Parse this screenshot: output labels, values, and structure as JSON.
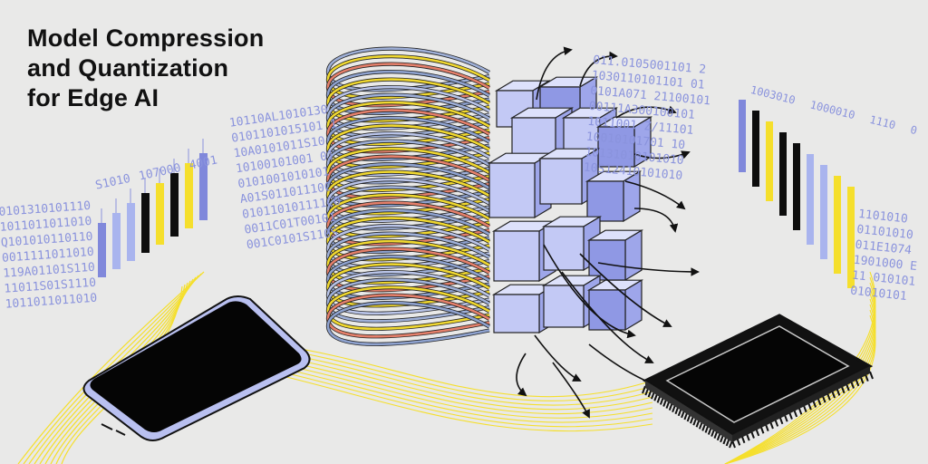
{
  "title": {
    "lines": [
      "Model Compression",
      "and Quantization",
      "for Edge AI"
    ]
  },
  "binary_streams": {
    "left": [
      "0101310101110",
      "1011011011010",
      "Q101010110110",
      "0011111011010",
      "119A01101S110",
      "11011S01S1110",
      "1011011011010"
    ],
    "left_upper": [
      "10110AL1010130",
      "0101101015101 1",
      "10A0101011S10",
      "10100101001 01",
      "0101001010101",
      "A01S01101110C",
      "010110101111C0",
      "0011C01T00101",
      "001C0101S110S"
    ],
    "left_bar_labels": [
      "S1010",
      "107000",
      "4001"
    ],
    "right_upper": [
      "011.0105001101 2",
      "1030110101101 01",
      "0101A071 21100101",
      "00111A300100101",
      "1011001 Z/11101",
      "10010101701 10",
      "10131010101010",
      "10S12410101010"
    ],
    "right": [
      "1101010",
      "01101010",
      "011E1074",
      "1901000 E",
      "11 010101",
      "01010101"
    ],
    "right_bar_labels": [
      "1003010",
      "1000010",
      "1110 0"
    ]
  },
  "colors": {
    "background": "#e9e9e8",
    "accent_blue": "#8088db",
    "light_blue": "#a9b4ee",
    "yellow": "#f5df2c",
    "black": "#0d0d0d",
    "salmon": "#e5806b",
    "cube_face": "#c3c9f5"
  },
  "icons": [
    "smartphone-icon",
    "microchip-icon",
    "neural-cube-cluster",
    "wire-bundle",
    "arrow-icon"
  ]
}
